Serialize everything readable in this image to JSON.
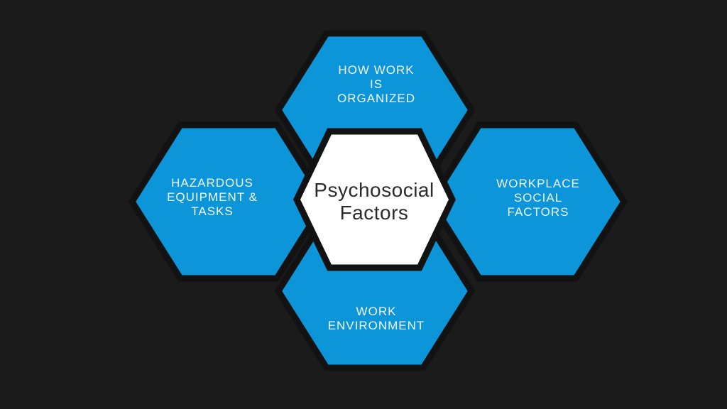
{
  "diagram": {
    "type": "hex-cluster",
    "center_node": {
      "label": "Psychosocial Factors",
      "lines": [
        "Psychosocial",
        "Factors"
      ]
    },
    "nodes": [
      {
        "position": "top",
        "label": "HOW WORK IS ORGANIZED",
        "lines": [
          "HOW WORK",
          "IS",
          "ORGANIZED"
        ]
      },
      {
        "position": "left",
        "label": "HAZARDOUS EQUIPMENT & TASKS",
        "lines": [
          "HAZARDOUS",
          "EQUIPMENT &",
          "TASKS"
        ]
      },
      {
        "position": "right",
        "label": "WORKPLACE SOCIAL FACTORS",
        "lines": [
          "WORKPLACE",
          "SOCIAL",
          "FACTORS"
        ]
      },
      {
        "position": "bottom",
        "label": "WORK ENVIRONMENT",
        "lines": [
          "WORK",
          "ENVIRONMENT"
        ]
      }
    ],
    "colors": {
      "background": "#1b1b1b",
      "node_fill": "#0c95d8",
      "outline": "#121212",
      "center_fill": "#ffffff",
      "node_text": "#f3f7fa",
      "center_text": "#2b2b2b"
    }
  }
}
